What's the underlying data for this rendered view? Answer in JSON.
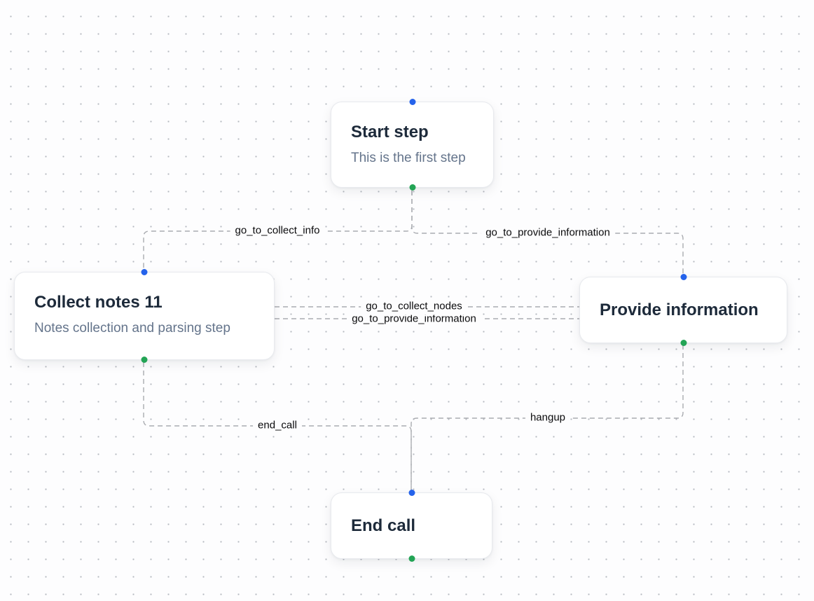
{
  "canvas": {
    "background": "#fdfdfe",
    "dot_color": "#b4b8bf",
    "edge_color": "#a9abb0",
    "edge_label_color": "#0a0a0c",
    "target_handle_color": "#2563eb",
    "source_handle_color": "#23a455"
  },
  "nodes": [
    {
      "id": "start",
      "title": "Start step",
      "subtitle": "This is the first step"
    },
    {
      "id": "collect",
      "title": "Collect notes 11",
      "subtitle": "Notes collection and parsing step"
    },
    {
      "id": "provide",
      "title": "Provide information",
      "subtitle": ""
    },
    {
      "id": "end",
      "title": "End call",
      "subtitle": ""
    }
  ],
  "edges": [
    {
      "id": "start-to-collect",
      "label": "go_to_collect_info"
    },
    {
      "id": "start-to-provide",
      "label": "go_to_provide_information"
    },
    {
      "id": "provide-to-collect",
      "label": "go_to_collect_nodes"
    },
    {
      "id": "collect-to-provide",
      "label": "go_to_provide_information"
    },
    {
      "id": "collect-to-end",
      "label": "end_call"
    },
    {
      "id": "provide-to-end",
      "label": "hangup"
    }
  ]
}
